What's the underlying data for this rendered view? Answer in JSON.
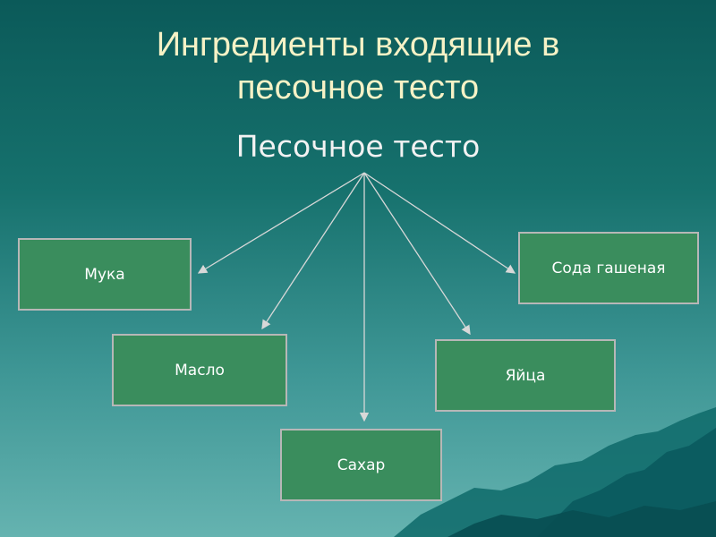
{
  "slide": {
    "title_line1": "Ингредиенты входящие в",
    "title_line2": "песочное тесто",
    "root_label": "Песочное тесто"
  },
  "nodes": [
    {
      "id": "muka",
      "label": "Мука"
    },
    {
      "id": "maslo",
      "label": "Масло"
    },
    {
      "id": "sakhar",
      "label": "Сахар"
    },
    {
      "id": "yaytsa",
      "label": "Яйца"
    },
    {
      "id": "soda",
      "label": "Сода гашеная"
    }
  ],
  "colors": {
    "title": "#f6f2c6",
    "box_fill": "#3a8d5d",
    "box_border": "#b7b7b7",
    "arrow": "#d8d8d8"
  }
}
